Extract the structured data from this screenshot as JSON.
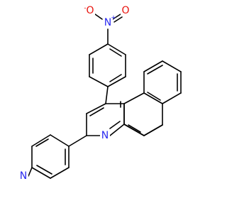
{
  "colors": {
    "bond": "#000000",
    "nitrogen": "#2a2af0",
    "oxygen": "#e8120c",
    "background": "#ffffff"
  },
  "labels": {
    "nitro_n": "N",
    "nitro_n_charge": "+",
    "nitro_o_left": "O",
    "nitro_o_left_charge": "-",
    "nitro_o_right": "O",
    "ring_n": "N",
    "pyridine_n": "N"
  }
}
